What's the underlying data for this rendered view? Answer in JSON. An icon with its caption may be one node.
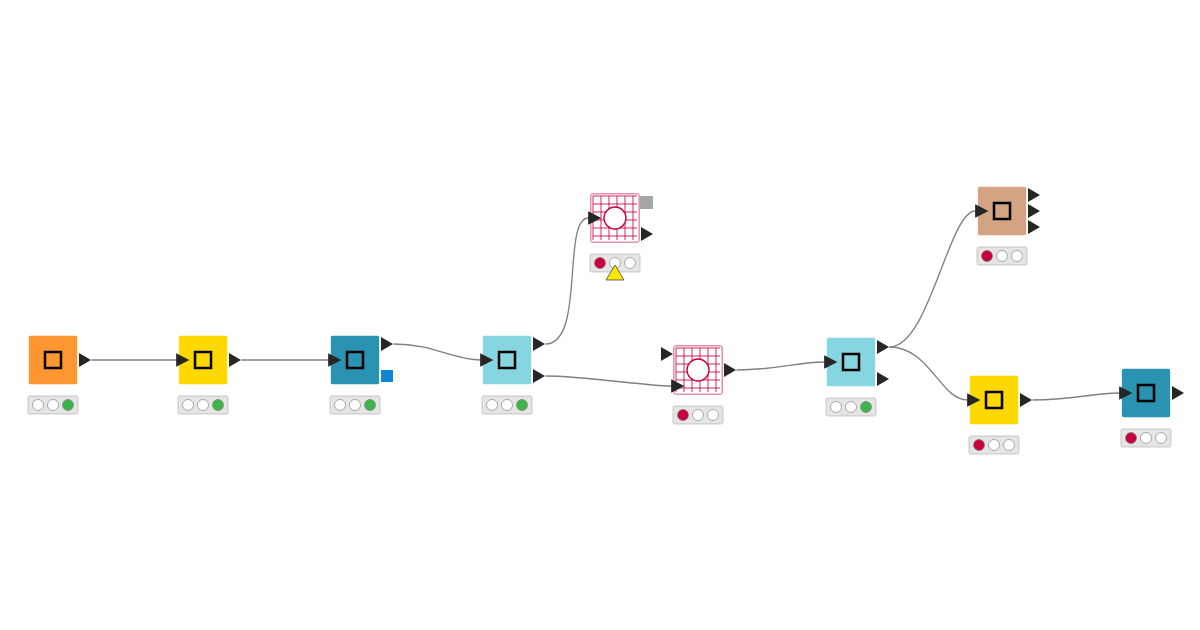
{
  "diagram": {
    "nodes": [
      {
        "text": [],
        "shape": "box"
      },
      {
        "text": [],
        "shape": "box"
      },
      {
        "text": [],
        "shape": "box"
      },
      {
        "text": [],
        "shape": "box"
      },
      {
        "text": [],
        "shape": "box"
      },
      {
        "text": [],
        "shape": "box"
      },
      {
        "text": [],
        "shape": "box"
      },
      {
        "text": [],
        "shape": "box"
      },
      {
        "text": [],
        "shape": "box"
      },
      {
        "text": [],
        "shape": "box"
      }
    ],
    "edges": [
      {
        "from": 0,
        "to": 1,
        "arrow": "to"
      },
      {
        "from": 1,
        "to": 2,
        "arrow": "to"
      },
      {
        "from": 2,
        "to": 3,
        "arrow": "to"
      },
      {
        "from": 3,
        "to": 4,
        "arrow": "to"
      },
      {
        "from": 3,
        "to": 5,
        "arrow": "to"
      },
      {
        "from": 5,
        "to": 6,
        "arrow": "to"
      },
      {
        "from": 6,
        "to": 7,
        "arrow": "to"
      },
      {
        "from": 6,
        "to": 8,
        "arrow": "to"
      },
      {
        "from": 8,
        "to": 9,
        "arrow": "to"
      }
    ]
  }
}
